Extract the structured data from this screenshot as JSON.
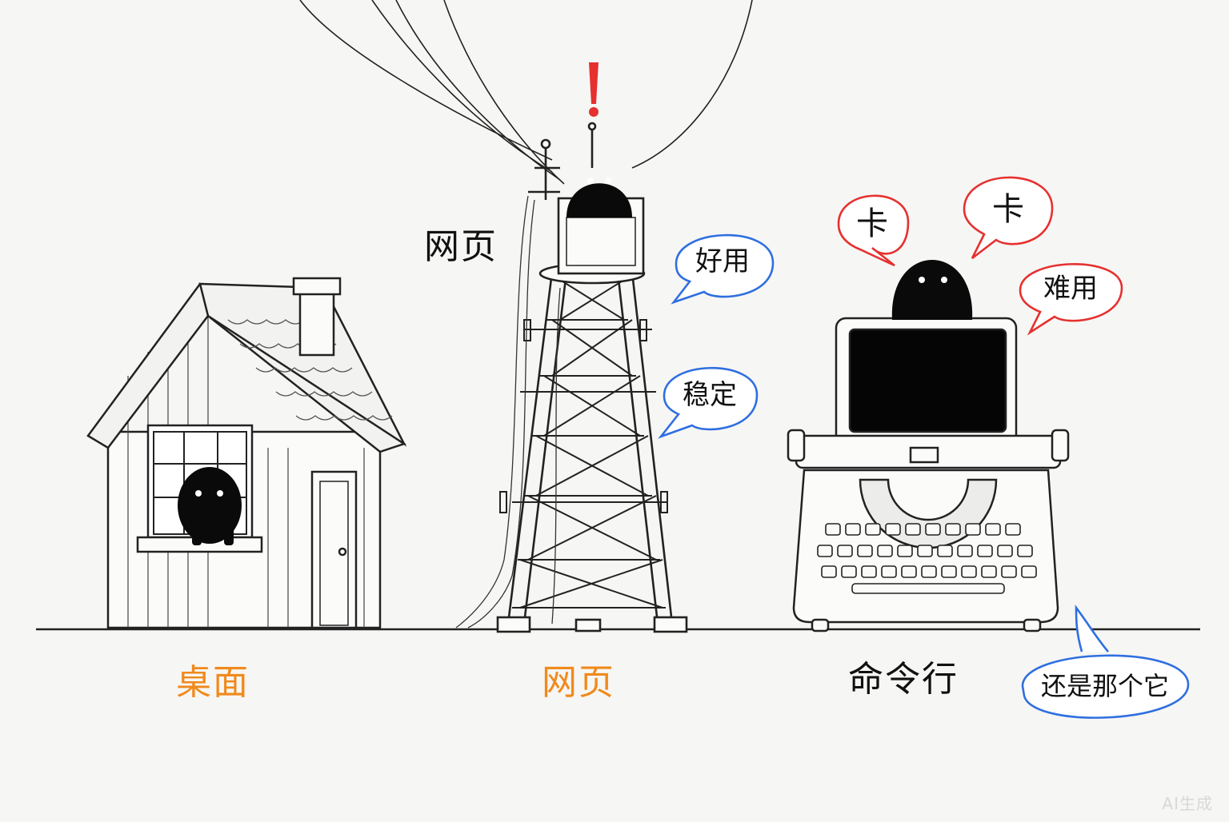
{
  "labels": {
    "desktop": "桌面",
    "web_bottom": "网页",
    "web_top": "网页",
    "cli": "命令行"
  },
  "alert": "!",
  "bubbles": {
    "easy_to_use": "好用",
    "stable": "稳定",
    "lag_1": "卡",
    "lag_2": "卡",
    "hard_to_use": "难用",
    "still_it": "还是那个它"
  },
  "watermark": "AI生成",
  "colors": {
    "ink": "#111111",
    "orange": "#f08a1c",
    "blue": "#2f6fe0",
    "red": "#e5312f"
  }
}
